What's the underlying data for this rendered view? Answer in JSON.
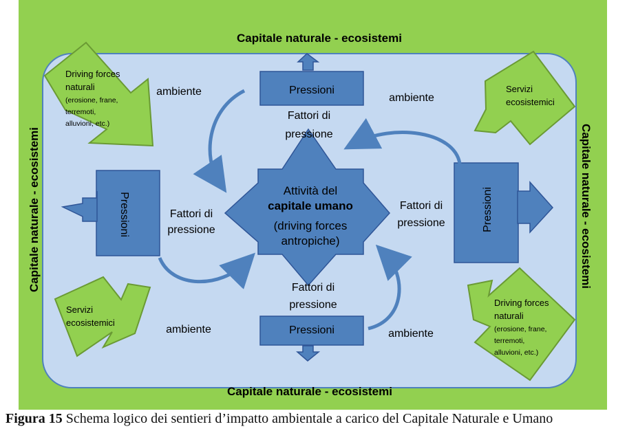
{
  "colors": {
    "outer_green": "#92D050",
    "inner_blue": "#C5D9F1",
    "inner_stroke": "#4F81BD",
    "node_blue": "#4F81BD",
    "node_stroke": "#2F5597",
    "arrow_green": "#92D050",
    "arrow_green_stroke": "#6A9A34",
    "text_dark": "#000000"
  },
  "labels": {
    "border_top": "Capitale naturale - ecosistemi",
    "border_bottom": "Capitale naturale - ecosistemi",
    "border_left": "Capitale naturale - ecosistemi",
    "border_right": "Capitale naturale - ecosistemi",
    "pressioni_top": "Pressioni",
    "pressioni_bottom": "Pressioni",
    "pressioni_left": "Pressioni",
    "pressioni_right": "Pressioni",
    "center_line1": "Attività del",
    "center_line2": "capitale umano",
    "center_line3": "(driving forces",
    "center_line4": "antropiche)",
    "fattori_line1": "Fattori di",
    "fattori_line2": "pressione",
    "ambiente": "ambiente",
    "driving_forces_line1": "Driving forces",
    "driving_forces_line2": "naturali",
    "driving_forces_line3": "(erosione, frane,",
    "driving_forces_line4": "terremoti,",
    "driving_forces_line5": "alluvioni, etc.)",
    "servizi_line1": "Servizi",
    "servizi_line2": "ecosistemici"
  },
  "caption": {
    "label": "Figura 15",
    "text": " Schema logico dei sentieri d’impatto ambientale a carico del Capitale Naturale e Umano"
  }
}
